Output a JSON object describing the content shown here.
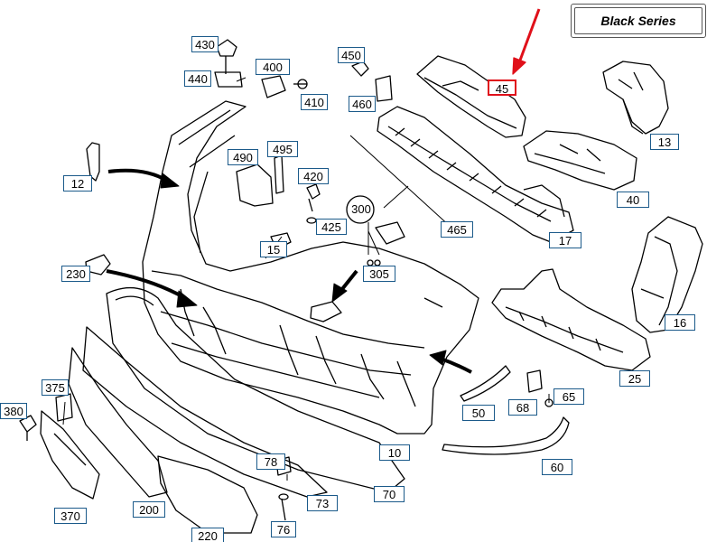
{
  "badge": {
    "text": "Black Series"
  },
  "callouts": [
    {
      "id": "430",
      "label": "430"
    },
    {
      "id": "440",
      "label": "440"
    },
    {
      "id": "400",
      "label": "400"
    },
    {
      "id": "410",
      "label": "410"
    },
    {
      "id": "450",
      "label": "450"
    },
    {
      "id": "460",
      "label": "460"
    },
    {
      "id": "45",
      "label": "45"
    },
    {
      "id": "13",
      "label": "13"
    },
    {
      "id": "40",
      "label": "40"
    },
    {
      "id": "12",
      "label": "12"
    },
    {
      "id": "490",
      "label": "490"
    },
    {
      "id": "495",
      "label": "495"
    },
    {
      "id": "420",
      "label": "420"
    },
    {
      "id": "425",
      "label": "425"
    },
    {
      "id": "300",
      "label": "300"
    },
    {
      "id": "465",
      "label": "465"
    },
    {
      "id": "17",
      "label": "17"
    },
    {
      "id": "15",
      "label": "15"
    },
    {
      "id": "305",
      "label": "305"
    },
    {
      "id": "230",
      "label": "230"
    },
    {
      "id": "16",
      "label": "16"
    },
    {
      "id": "25",
      "label": "25"
    },
    {
      "id": "375",
      "label": "375"
    },
    {
      "id": "380",
      "label": "380"
    },
    {
      "id": "50",
      "label": "50"
    },
    {
      "id": "68",
      "label": "68"
    },
    {
      "id": "65",
      "label": "65"
    },
    {
      "id": "10",
      "label": "10"
    },
    {
      "id": "60",
      "label": "60"
    },
    {
      "id": "78",
      "label": "78"
    },
    {
      "id": "70",
      "label": "70"
    },
    {
      "id": "73",
      "label": "73"
    },
    {
      "id": "370",
      "label": "370"
    },
    {
      "id": "200",
      "label": "200"
    },
    {
      "id": "76",
      "label": "76"
    },
    {
      "id": "220",
      "label": "220"
    }
  ],
  "highlight": {
    "callout": "45",
    "color": "#e0101a"
  }
}
